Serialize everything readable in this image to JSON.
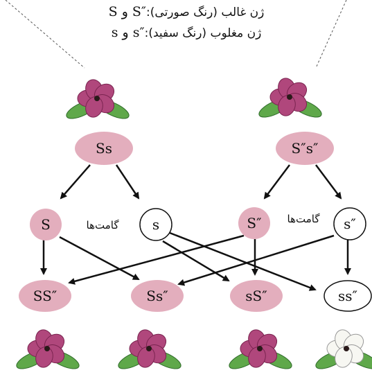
{
  "legend": {
    "dominant": {
      "symbols": "S و S″",
      "text": ":ژن غالب (رنگ صورتی)"
    },
    "recessive": {
      "symbols": "s و s″",
      "text": ":ژن مغلوب (رنگ سفید)"
    }
  },
  "parents": [
    {
      "genotype": "Ss",
      "flower_color": "pink"
    },
    {
      "genotype": "S″s″",
      "flower_color": "pink"
    }
  ],
  "gametes": [
    {
      "allele": "S",
      "fill": "pink"
    },
    {
      "allele": "s",
      "fill": "white"
    },
    {
      "allele": "S″",
      "fill": "pink"
    },
    {
      "allele": "s″",
      "fill": "white"
    }
  ],
  "gametes_label": "گامت‌ها",
  "offspring": [
    {
      "genotype": "SS″",
      "fill": "pink",
      "flower_color": "pink"
    },
    {
      "genotype": "Ss″",
      "fill": "pink",
      "flower_color": "pink"
    },
    {
      "genotype": "sS″",
      "fill": "pink",
      "flower_color": "pink"
    },
    {
      "genotype": "ss″",
      "fill": "white",
      "flower_color": "white"
    }
  ],
  "colors": {
    "pink_node": "#e3aebd",
    "pink_petal": "#b0477c",
    "white_petal": "#f7f7f2",
    "leaf": "#5fa84a",
    "arrow": "#111111"
  }
}
